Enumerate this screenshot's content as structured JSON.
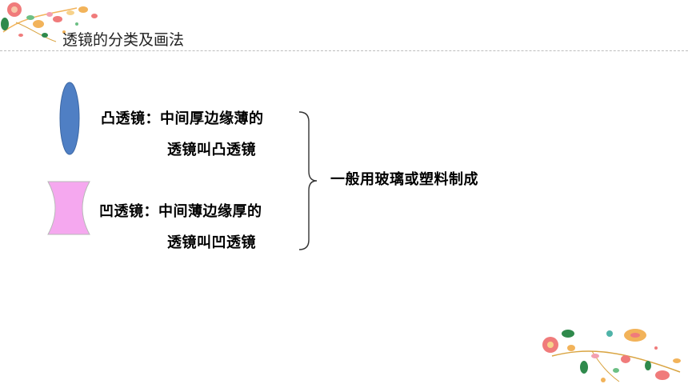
{
  "header": {
    "title": "透镜的分类及画法"
  },
  "convex": {
    "line1": "凸透镜：中间厚边缘薄的",
    "line2": "透镜叫凸透镜"
  },
  "concave": {
    "line1": "凹透镜：中间薄边缘厚的",
    "line2": "透镜叫凹透镜"
  },
  "material": "一般用玻璃或塑料制成",
  "colors": {
    "convex_fill": "#4f7fc4",
    "concave_fill": "#f5a8ef",
    "accent_pink": "#f07b7b",
    "accent_green": "#2f8a4c",
    "accent_orange": "#f2b35a"
  }
}
